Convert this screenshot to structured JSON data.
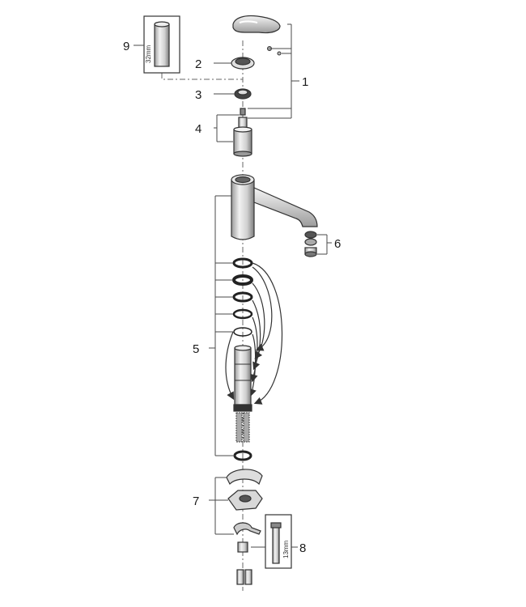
{
  "callouts": [
    {
      "id": "1",
      "text": "1"
    },
    {
      "id": "2",
      "text": "2"
    },
    {
      "id": "3",
      "text": "3"
    },
    {
      "id": "4",
      "text": "4"
    },
    {
      "id": "5",
      "text": "5"
    },
    {
      "id": "6",
      "text": "6"
    },
    {
      "id": "7",
      "text": "7"
    },
    {
      "id": "8",
      "text": "8"
    },
    {
      "id": "9",
      "text": "9"
    }
  ],
  "tools": {
    "tool_9_size": "32mm",
    "tool_8_size": "13mm"
  },
  "colors": {
    "line": "#333333",
    "part_fill": "#ffffff",
    "metal_dark": "#555555",
    "metal_light": "#d9d9d9"
  }
}
